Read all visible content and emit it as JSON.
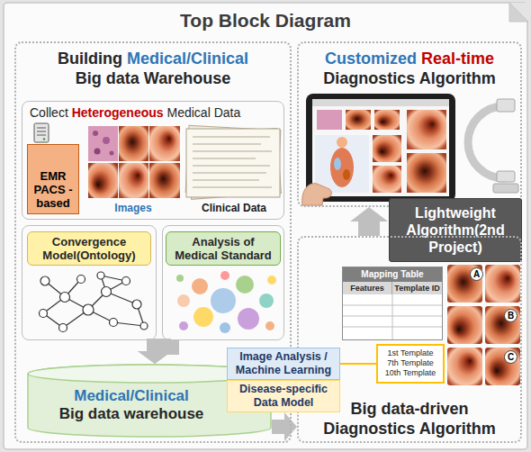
{
  "diagram": {
    "title": "Top Block Diagram",
    "nodes": [
      {
        "text": [
          "Building Medical/Clinical Big data Warehouse"
        ]
      },
      {
        "text": [
          "Collect Heterogeneous Medical Data"
        ],
        "in": 0
      },
      {
        "text": [
          "EMR PACS -based"
        ],
        "in": 1
      },
      {
        "text": [
          "Convergence Model(Ontology)"
        ],
        "in": 0
      },
      {
        "text": [
          "Analysis of Medical Standard"
        ],
        "in": 0
      },
      {
        "text": [
          "Medical/Clinical Big data warehouse"
        ],
        "in": 0
      },
      {
        "text": [
          "Customized Real-time Diagnostics Algorithm"
        ]
      },
      {
        "text": [
          "Lightweight Algorithm(2nd Project)"
        ]
      },
      {
        "text": [
          "Big data-driven Diagnostics Algorithm"
        ]
      },
      {
        "text": [
          "Mapping Table",
          "Features",
          "Template ID"
        ],
        "in": 8
      },
      {
        "text": [
          "1st Template 7th Template 10th Template"
        ],
        "in": 8
      },
      {
        "text": [
          "Image Analysis / Machine Learning"
        ]
      },
      {
        "text": [
          "Disease-specific Data Model"
        ]
      }
    ],
    "edges": [
      {
        "from": 3,
        "to": 5,
        "arrow": "to"
      },
      {
        "from": 4,
        "to": 5,
        "arrow": "to"
      },
      {
        "from": 5,
        "to": 8,
        "arrow": "to"
      },
      {
        "from": 8,
        "to": 6,
        "arrow": "to"
      },
      {
        "from": 10,
        "to": 11,
        "arrow": "none"
      }
    ],
    "labels": [
      "Images",
      "Clinical Data",
      "A",
      "B",
      "C"
    ]
  }
}
